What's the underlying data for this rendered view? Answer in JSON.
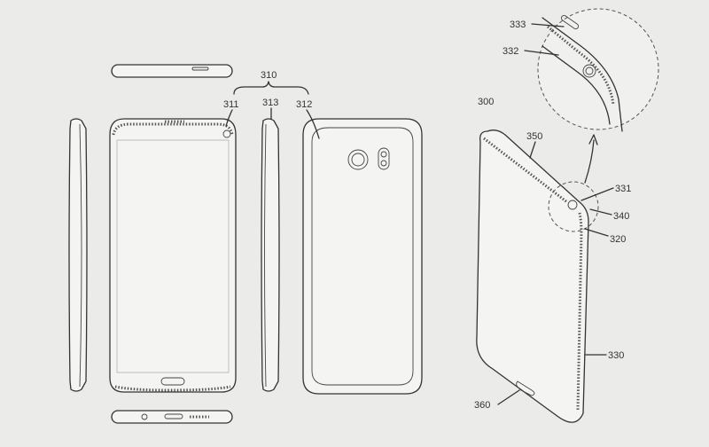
{
  "labels": {
    "l310": "310",
    "l311": "311",
    "l312": "312",
    "l313": "313",
    "l300": "300",
    "l333": "333",
    "l332": "332",
    "l350": "350",
    "l331": "331",
    "l340": "340",
    "l320": "320",
    "l330": "330",
    "l360": "360"
  },
  "colors": {
    "background": "#ebebe9",
    "line": "#333333",
    "fill": "#f4f4f2"
  }
}
